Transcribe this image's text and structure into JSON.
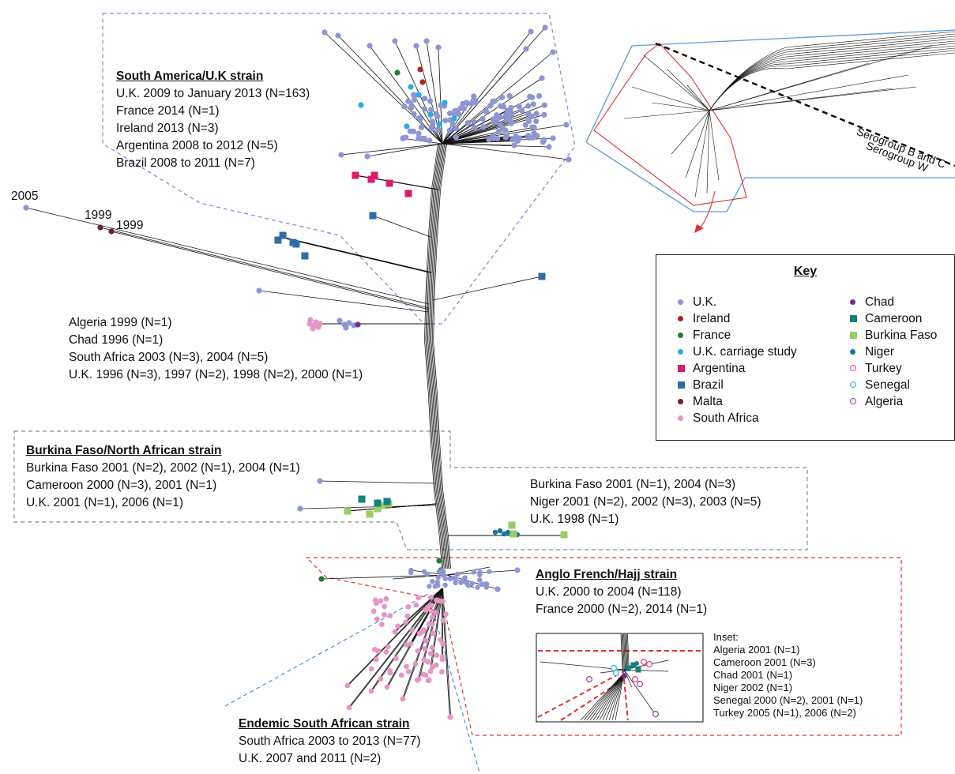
{
  "colors": {
    "uk": "#8c96d2",
    "ireland": "#b22222",
    "france": "#1e7d32",
    "uk_carriage": "#29abe2",
    "argentina": "#d81b6a",
    "brazil": "#2e6da4",
    "malta": "#6b1f36",
    "south_africa": "#e596c6",
    "chad": "#7b2a8f",
    "cameroon": "#12827a",
    "burkina_faso": "#9ccc65",
    "niger": "#137a9c",
    "turkey": "#e0408a",
    "senegal": "#2bb1dd",
    "algeria": "#9a3d9e",
    "tree": "#111111",
    "region_purple": "#8a7fd8",
    "region_grey": "#8a8a8a",
    "region_red": "#e03030",
    "region_blue": "#4a8fd8",
    "inset_frame": "#5b9bd5"
  },
  "clusters": {
    "south_america_uk": {
      "title": "South America/U.K strain",
      "lines": [
        "U.K. 2009 to January 2013 (N=163)",
        "France 2014 (N=1)",
        "Ireland 2013 (N=3)",
        "Argentina 2008 to 2012 (N=5)",
        "Brazil 2008 to 2011 (N=7)"
      ]
    },
    "early_group": {
      "lines": [
        "Algeria 1999 (N=1)",
        "Chad 1996 (N=1)",
        "South Africa 2003 (N=3), 2004 (N=5)",
        "U.K. 1996 (N=3), 1997 (N=2), 1998 (N=2), 2000 (N=1)"
      ]
    },
    "burkina_north_african": {
      "title": "Burkina Faso/North African strain",
      "lines": [
        "Burkina Faso 2001 (N=2), 2002 (N=1), 2004 (N=1)",
        "Cameroon 2000 (N=3), 2001 (N=1)",
        "U.K. 2001 (N=1), 2006 (N=1)"
      ]
    },
    "niger_group": {
      "lines": [
        "Burkina Faso 2001 (N=1), 2004 (N=3)",
        "Niger 2001 (N=2), 2002 (N=3), 2003 (N=5)",
        "U.K. 1998 (N=1)"
      ]
    },
    "anglo_french_hajj": {
      "title": "Anglo French/Hajj strain",
      "lines": [
        "U.K. 2000 to 2004 (N=118)",
        "France 2000 (N=2), 2014 (N=1)"
      ]
    },
    "endemic_south_african": {
      "title": "Endemic South African strain",
      "lines": [
        "South Africa 2003 to 2013 (N=77)",
        "U.K. 2007 and 2011 (N=2)"
      ]
    }
  },
  "inset_note": {
    "title": "Inset:",
    "lines": [
      "Algeria 2001 (N=1)",
      "Cameroon 2001 (N=3)",
      "Chad 2001 (N=1)",
      "Niger 2002 (N=1)",
      "Senegal 2000 (N=2), 2001 (N=1)",
      "Turkey 2005 (N=1), 2006 (N=2)"
    ]
  },
  "year_labels": [
    "2005",
    "1999",
    "1999"
  ],
  "serogroup_labels": [
    "Serogroup B and C",
    "Serogroup W"
  ],
  "legend": {
    "title": "Key",
    "left": [
      {
        "label": "U.K.",
        "shape": "dot",
        "color_key": "uk"
      },
      {
        "label": "Ireland",
        "shape": "dot",
        "color_key": "ireland"
      },
      {
        "label": "France",
        "shape": "dot",
        "color_key": "france"
      },
      {
        "label": "U.K. carriage study",
        "shape": "dot",
        "color_key": "uk_carriage"
      },
      {
        "label": "Argentina",
        "shape": "square",
        "color_key": "argentina"
      },
      {
        "label": "Brazil",
        "shape": "square",
        "color_key": "brazil"
      },
      {
        "label": "Malta",
        "shape": "dot",
        "color_key": "malta"
      },
      {
        "label": "South Africa",
        "shape": "dot",
        "color_key": "south_africa"
      }
    ],
    "right": [
      {
        "label": "Chad",
        "shape": "dot",
        "color_key": "chad"
      },
      {
        "label": "Cameroon",
        "shape": "square",
        "color_key": "cameroon"
      },
      {
        "label": "Burkina Faso",
        "shape": "square",
        "color_key": "burkina_faso"
      },
      {
        "label": "Niger",
        "shape": "dot",
        "color_key": "niger"
      },
      {
        "label": "Turkey",
        "shape": "ring",
        "color_key": "turkey"
      },
      {
        "label": "Senegal",
        "shape": "ring",
        "color_key": "senegal"
      },
      {
        "label": "Algeria",
        "shape": "ring",
        "color_key": "algeria"
      }
    ]
  }
}
